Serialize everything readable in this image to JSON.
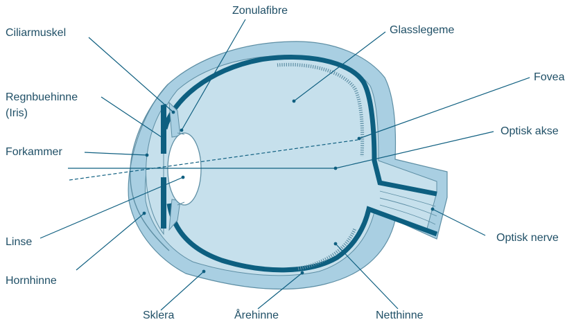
{
  "labels": {
    "zonulafibre": "Zonulafibre",
    "ciliarmuskel": "Ciliarmuskel",
    "glasslegeme": "Glasslegeme",
    "regnbuehinne": "Regnbuehinne",
    "iris": "(Iris)",
    "fovea": "Fovea",
    "forkammer": "Forkammer",
    "optisk_akse": "Optisk akse",
    "optisk_nerve": "Optisk nerve",
    "linse": "Linse",
    "hornhinne": "Hornhinne",
    "sklera": "Sklera",
    "arehinne": "Årehinne",
    "netthinne": "Netthinne"
  },
  "colors": {
    "sclera_fill": "#a9cfe2",
    "inner_fill": "#c6e0ec",
    "choroid": "#0d5f80",
    "outline": "#5d8ea4",
    "label_text": "#1f4f66",
    "leader_line": "#0f5f80"
  }
}
